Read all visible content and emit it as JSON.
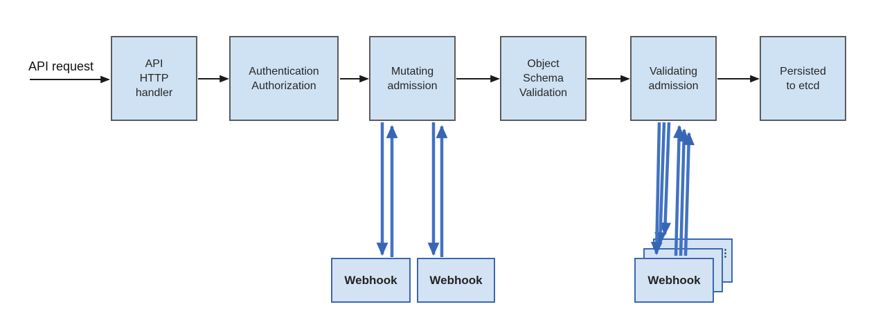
{
  "diagram": {
    "kind": "flow-diagram",
    "topic": "API request admission flow",
    "input_label": "API request",
    "stages": [
      {
        "id": "api-http-handler",
        "label": "API\nHTTP\nhandler"
      },
      {
        "id": "authn-authz",
        "label": "Authentication\nAuthorization"
      },
      {
        "id": "mutating-admission",
        "label": "Mutating\nadmission"
      },
      {
        "id": "object-schema-validation",
        "label": "Object\nSchema\nValidation"
      },
      {
        "id": "validating-admission",
        "label": "Validating\nadmission"
      },
      {
        "id": "persisted-to-etcd",
        "label": "Persisted\nto etcd"
      }
    ],
    "mutating_webhooks": [
      {
        "label": "Webhook"
      },
      {
        "label": "Webhook"
      }
    ],
    "validating_webhook_stack": {
      "label": "Webhook",
      "stack_count": 3,
      "ellipsis": "⋮"
    },
    "colors": {
      "box_fill": "#cfe2f3",
      "box_border": "#595a5c",
      "webhook_fill": "#d3e3f4",
      "webhook_border": "#3a67ad",
      "blue_arrow": "#4272c2",
      "blue_arrowhead": "#3766b5",
      "black_arrow": "#1a1a1a",
      "text": "#272727"
    }
  }
}
